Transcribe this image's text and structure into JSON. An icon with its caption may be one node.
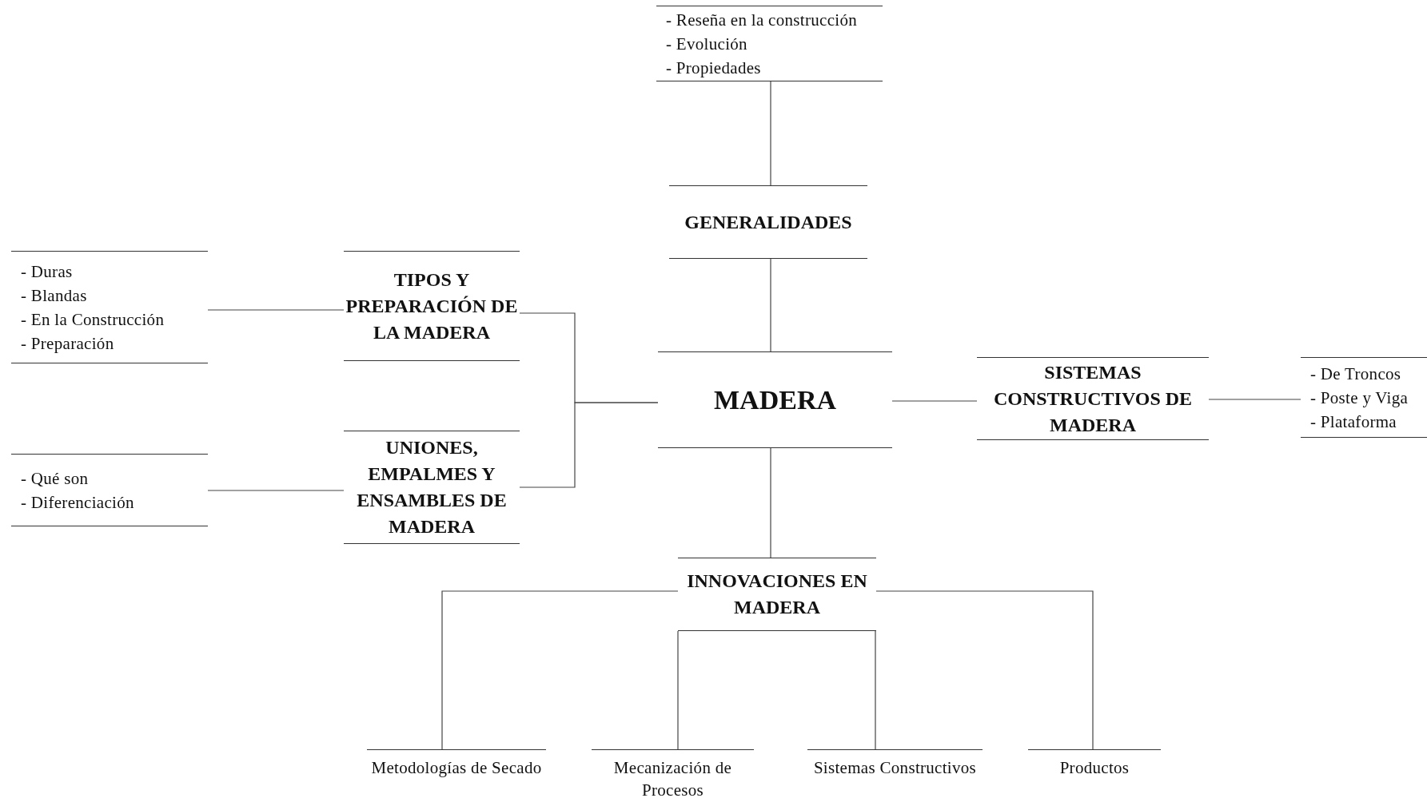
{
  "diagram": {
    "nodes": [
      {
        "text": [
          "- Reseña en la construcción",
          "- Evolución",
          "- Propiedades"
        ]
      },
      {
        "text": [
          "GENERALIDADES"
        ]
      },
      {
        "text": [
          "- Duras",
          "- Blandas",
          "- En la Construcción",
          "- Preparación"
        ]
      },
      {
        "text": [
          "TIPOS Y PREPARACIÓN DE LA MADERA"
        ]
      },
      {
        "text": [
          "MADERA"
        ]
      },
      {
        "text": [
          "SISTEMAS CONSTRUCTIVOS DE MADERA"
        ]
      },
      {
        "text": [
          "- De Troncos",
          "- Poste y Viga",
          "- Plataforma"
        ]
      },
      {
        "text": [
          "- Qué son",
          "- Diferenciación"
        ]
      },
      {
        "text": [
          "UNIONES, EMPALMES Y ENSAMBLES DE MADERA"
        ]
      },
      {
        "text": [
          "INNOVACIONES EN MADERA"
        ]
      },
      {
        "text": [
          "Metodologías de Secado"
        ]
      },
      {
        "text": [
          "Mecanización de Procesos"
        ]
      },
      {
        "text": [
          "Sistemas Constructivos"
        ]
      },
      {
        "text": [
          "Productos"
        ]
      }
    ],
    "edges": [
      {
        "from": 1,
        "to": 0,
        "arrow": "none"
      },
      {
        "from": 4,
        "to": 1,
        "arrow": "none"
      },
      {
        "from": 4,
        "to": 3,
        "arrow": "none"
      },
      {
        "from": 4,
        "to": 8,
        "arrow": "none"
      },
      {
        "from": 3,
        "to": 2,
        "arrow": "none"
      },
      {
        "from": 8,
        "to": 7,
        "arrow": "none"
      },
      {
        "from": 4,
        "to": 5,
        "arrow": "none"
      },
      {
        "from": 5,
        "to": 6,
        "arrow": "none"
      },
      {
        "from": 4,
        "to": 9,
        "arrow": "none"
      },
      {
        "from": 9,
        "to": 10,
        "arrow": "none"
      },
      {
        "from": 9,
        "to": 11,
        "arrow": "none"
      },
      {
        "from": 9,
        "to": 12,
        "arrow": "none"
      },
      {
        "from": 9,
        "to": 13,
        "arrow": "none"
      }
    ]
  }
}
